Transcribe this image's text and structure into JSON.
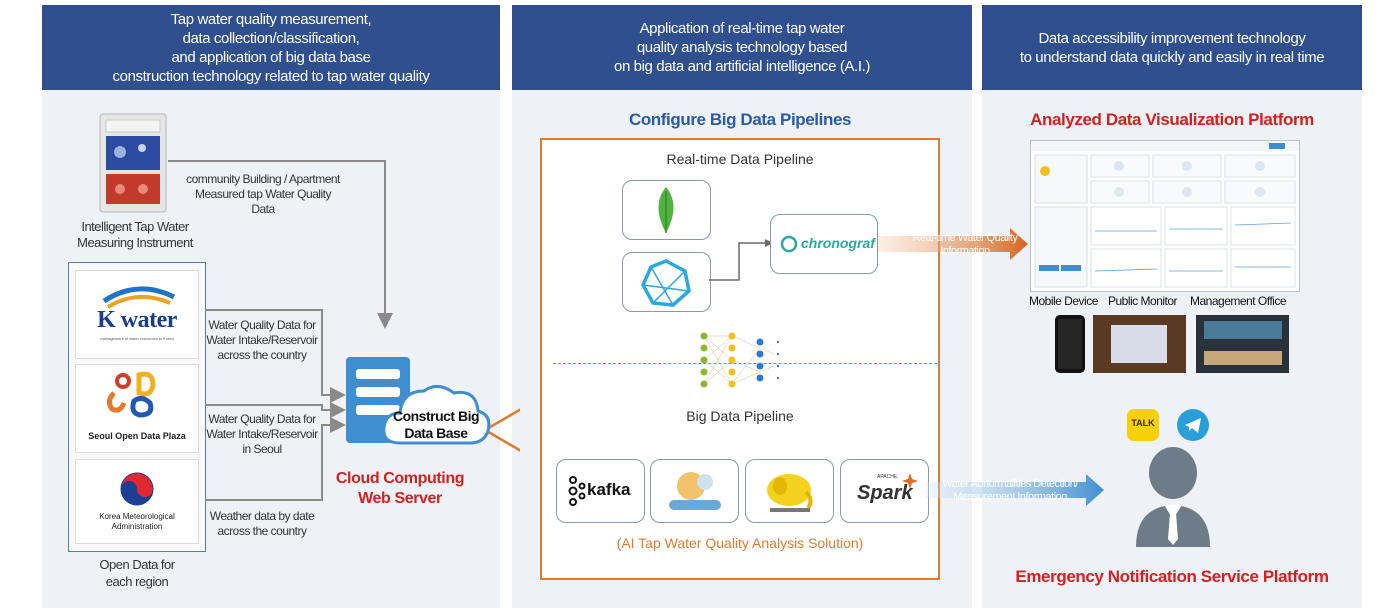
{
  "headers": {
    "left": [
      "Tap water quality measurement,",
      "data collection/classification,",
      "and application of big data base",
      "construction technology related to tap water quality"
    ],
    "middle": [
      "Application of real-time tap water",
      "quality analysis technology based",
      "on big data and artificial intelligence (A.I.)"
    ],
    "right": [
      "Data accessibility improvement technology",
      "to understand data quickly and easily in real time"
    ]
  },
  "left": {
    "instrument_label": [
      "Intelligent Tap Water",
      "Measuring Instrument"
    ],
    "instrument_data": [
      "community Building / Apartment",
      "Measured tap Water Quality",
      "Data"
    ],
    "sources": [
      {
        "name": "kwater",
        "logo_text": "K water",
        "logo_sub": "management of water resources in Korea",
        "data_label": [
          "Water Quality Data for",
          "Water Intake/Reservoir",
          "across the country"
        ]
      },
      {
        "name": "seoul",
        "logo_text": "Seoul Open Data Plaza",
        "data_label": [
          "Water Quality Data for",
          "Water Intake/Reservoir",
          "in Seoul"
        ]
      },
      {
        "name": "kma",
        "logo_text": "Korea Meteorological Administration",
        "data_label": [
          "Weather data by date",
          "across the country"
        ]
      }
    ],
    "open_data_label": [
      "Open Data for",
      "each region"
    ],
    "cloud_label": [
      "Construct Big",
      "Data Base"
    ],
    "server_label": [
      "Cloud Computing",
      "Web Server"
    ]
  },
  "middle": {
    "title": "Configure Big Data Pipelines",
    "realtime_title": "Real-time Data Pipeline",
    "chronograf": "chronograf",
    "bigdata_title": "Big Data Pipeline",
    "kafka": "kafka",
    "spark_small": "APACHE",
    "spark": "Spark",
    "solution": "(AI Tap Water Quality Analysis Solution)"
  },
  "right": {
    "viz_title": "Analyzed Data Visualization Platform",
    "realtime_arrow": [
      "Real-time Water Quality",
      "Information"
    ],
    "device_labels": [
      "Mobile Device",
      "Public Monitor",
      "Management Office"
    ],
    "talk": "TALK",
    "abnormal_arrow": [
      "Water Abnormalities Detection/",
      "Measurement Information"
    ],
    "emergency_title": "Emergency Notification Service Platform"
  },
  "colors": {
    "header": "#2f4f8f",
    "panel": "#eef2f6",
    "accent_red": "#d42020",
    "accent_blue": "#2a5aa8",
    "pipeline_border": "#e07a2e",
    "server_blue": "#3f8fd0"
  }
}
